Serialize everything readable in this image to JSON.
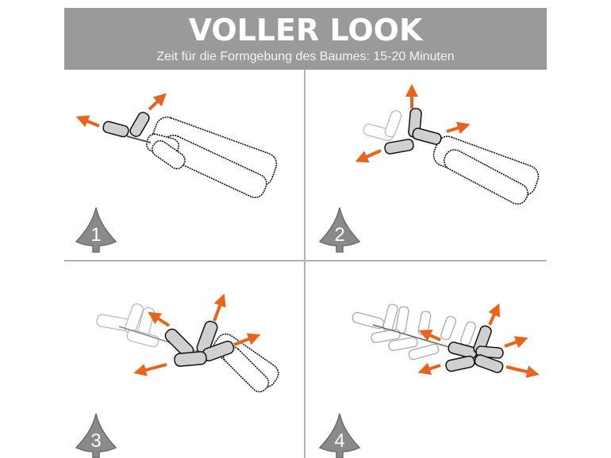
{
  "header": {
    "title": "VOLLER LOOK",
    "subtitle": "Zeit für die Formgebung des Baumes: 15-20 Minuten"
  },
  "steps": [
    {
      "number": "1"
    },
    {
      "number": "2"
    },
    {
      "number": "3"
    },
    {
      "number": "4"
    }
  ],
  "colors": {
    "header_bg": "#9a9a9a",
    "arrow": "#e8641c",
    "badge": "#8a8a8a",
    "sprig_fill": "#d0d0d0"
  }
}
